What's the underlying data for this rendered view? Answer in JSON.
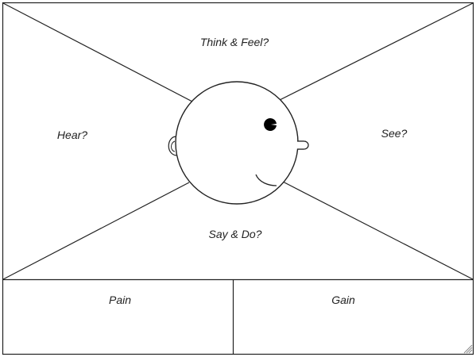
{
  "map": {
    "think_feel": "Think & Feel?",
    "hear": "Hear?",
    "see": "See?",
    "say_do": "Say & Do?",
    "pain": "Pain",
    "gain": "Gain"
  },
  "colors": {
    "line": "#222222",
    "background": "#ffffff",
    "eye": "#000000"
  },
  "icons": [
    "head-icon",
    "eye-icon",
    "ear-icon",
    "nose-icon",
    "mouth-icon",
    "resize-grip-icon"
  ]
}
